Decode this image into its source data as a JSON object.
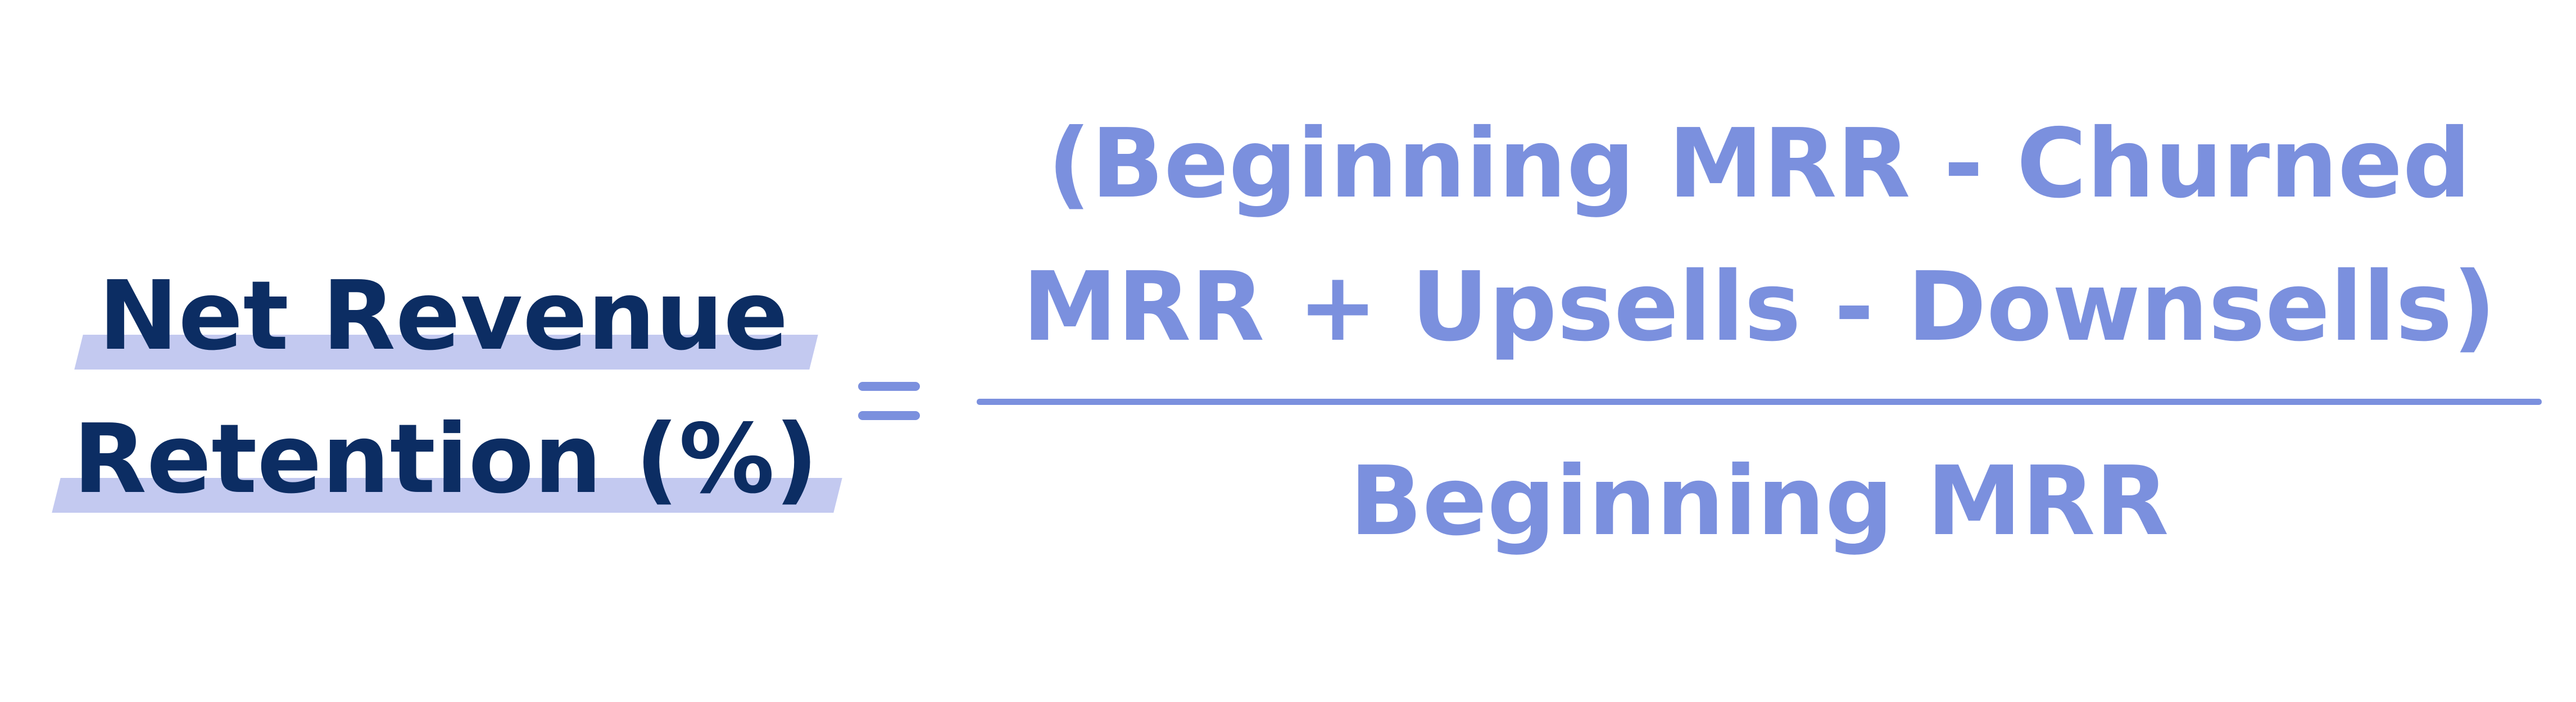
{
  "formula": {
    "term_line1": "Net Revenue",
    "term_line2": "Retention (%)",
    "equals": "=",
    "numerator_line1": "(Beginning MRR - Churned",
    "numerator_line2": "MRR + Upsells - Downsells)",
    "denominator": "Beginning MRR"
  },
  "colors": {
    "term_text": "#0c2d63",
    "term_highlight": "#c3c9f0",
    "formula_text": "#7b90de",
    "background": "#ffffff"
  }
}
